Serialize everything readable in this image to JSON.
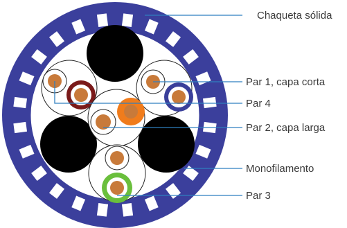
{
  "labels": {
    "jacket": "Chaqueta sólida",
    "pair1": "Par 1, capa corta",
    "pair4": "Par 4",
    "pair2": "Par 2, capa larga",
    "monofilament": "Monofilamento",
    "pair3": "Par 3"
  },
  "colors": {
    "jacket": "#3b3f9c",
    "leader_line": "#2f7fc0",
    "filler": "#000000",
    "copper": "#c87a3a",
    "pair1_insulation": "#3a3f9a",
    "pair2_insulation": "#f07c1c",
    "pair3_insulation": "#6abf3c",
    "pair4_insulation": "#7a1a1a"
  }
}
